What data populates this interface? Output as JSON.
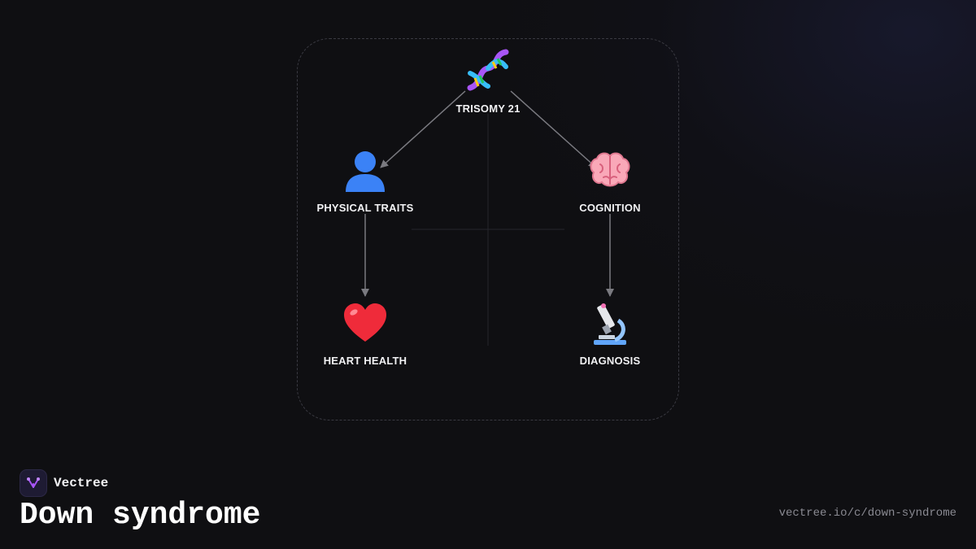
{
  "diagram": {
    "nodes": [
      {
        "id": "trisomy-21",
        "label": "TRISOMY 21",
        "icon": "dna-icon"
      },
      {
        "id": "physical-traits",
        "label": "PHYSICAL TRAITS",
        "icon": "person-silhouette-icon"
      },
      {
        "id": "cognition",
        "label": "COGNITION",
        "icon": "brain-icon"
      },
      {
        "id": "heart-health",
        "label": "HEART HEALTH",
        "icon": "red-heart-icon"
      },
      {
        "id": "diagnosis",
        "label": "DIAGNOSIS",
        "icon": "microscope-icon"
      }
    ],
    "edges": [
      {
        "from": "trisomy-21",
        "to": "physical-traits"
      },
      {
        "from": "trisomy-21",
        "to": "cognition"
      },
      {
        "from": "physical-traits",
        "to": "heart-health"
      },
      {
        "from": "cognition",
        "to": "diagnosis"
      }
    ]
  },
  "footer": {
    "brand_name": "Vectree",
    "title": "Down syndrome",
    "url": "vectree.io/c/down-syndrome"
  },
  "colors": {
    "background": "#0f0f12",
    "edge": "#7a7a80",
    "label": "#f2f2f4",
    "brand_accent": "#a855f7"
  }
}
